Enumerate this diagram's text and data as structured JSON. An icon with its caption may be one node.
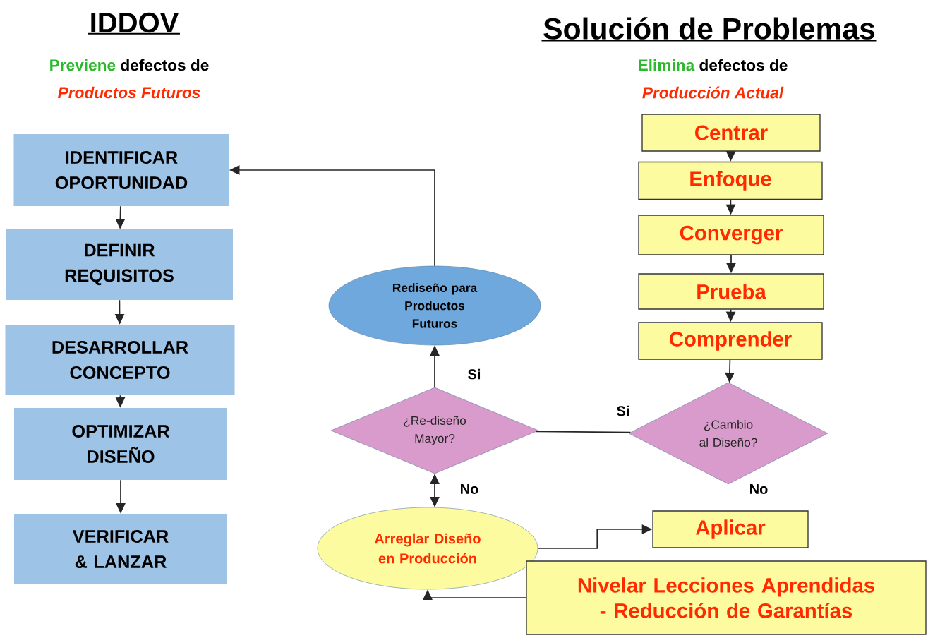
{
  "diagram": {
    "nodes": [
      {
        "text": [
          "IDENTIFICAR OPORTUNIDAD"
        ]
      },
      {
        "text": [
          "DEFINIR REQUISITOS"
        ]
      },
      {
        "text": [
          "DESARROLLAR CONCEPTO"
        ]
      },
      {
        "text": [
          "OPTIMIZAR DISEÑO"
        ]
      },
      {
        "text": [
          "VERIFICAR & LANZAR"
        ]
      },
      {
        "text": [
          "Rediseño para Productos Futuros"
        ]
      },
      {
        "text": [
          "¿Re-diseño Mayor?"
        ]
      },
      {
        "text": [
          "Arreglar Diseño en Producción"
        ]
      },
      {
        "text": [
          "Centrar"
        ]
      },
      {
        "text": [
          "Enfoque"
        ]
      },
      {
        "text": [
          "Converger"
        ]
      },
      {
        "text": [
          "Prueba"
        ]
      },
      {
        "text": [
          "Comprender"
        ]
      },
      {
        "text": [
          "¿Cambio al Diseño?"
        ]
      },
      {
        "text": [
          "Aplicar"
        ]
      },
      {
        "text": [
          "Nivelar Lecciones Aprendidas - Reducción de Garantías"
        ]
      }
    ],
    "edges": [
      {
        "from": 0,
        "to": 1,
        "arrow": "to"
      },
      {
        "from": 1,
        "to": 2,
        "arrow": "to"
      },
      {
        "from": 2,
        "to": 3,
        "arrow": "to"
      },
      {
        "from": 3,
        "to": 4,
        "arrow": "to"
      },
      {
        "from": 5,
        "to": 0,
        "arrow": "to"
      },
      {
        "from": 6,
        "to": 5,
        "arrow": "to",
        "label": "Si"
      },
      {
        "from": 13,
        "to": 6,
        "arrow": "none",
        "label": "Si"
      },
      {
        "from": 6,
        "to": 7,
        "arrow": "both",
        "label": "No"
      },
      {
        "from": 8,
        "to": 9,
        "arrow": "to"
      },
      {
        "from": 9,
        "to": 10,
        "arrow": "to"
      },
      {
        "from": 10,
        "to": 11,
        "arrow": "to"
      },
      {
        "from": 11,
        "to": 12,
        "arrow": "to"
      },
      {
        "from": 12,
        "to": 13,
        "arrow": "to"
      },
      {
        "from": 7,
        "to": 14,
        "arrow": "to"
      },
      {
        "from": 15,
        "to": 7,
        "arrow": "to"
      }
    ],
    "labels": [
      "IDDOV",
      "Previene",
      "defectos de",
      "Productos Futuros",
      "Solución de Problemas",
      "Elimina",
      "defectos de",
      "Producción Actual",
      "No"
    ]
  }
}
